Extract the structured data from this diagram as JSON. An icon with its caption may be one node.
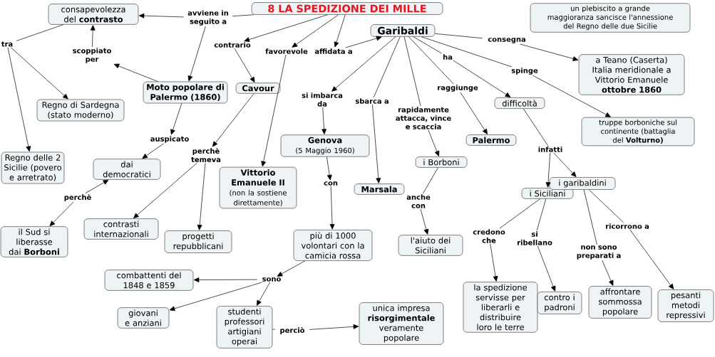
{
  "diagram": {
    "nodes": [
      {
        "text": [
          "8 LA SPEDIZIONE DEI MILLE"
        ]
      },
      {
        "text": [
          "consapevolezza del **contrasto**"
        ]
      },
      {
        "text": [
          "un plebiscito a grande maggioranza sancisce l'annessione del Regno delle due Sicilie"
        ]
      },
      {
        "text": [
          "Garibaldi"
        ]
      },
      {
        "text": [
          "a Teano (Caserta) Italia meridionale a Vittorio Emanuele **ottobre 1860**"
        ]
      },
      {
        "text": [
          "Moto popolare di Palermo (1860)"
        ]
      },
      {
        "text": [
          "Cavour"
        ]
      },
      {
        "text": [
          "Regno di Sardegna (stato moderno)"
        ]
      },
      {
        "text": [
          "difficoltà"
        ]
      },
      {
        "text": [
          "truppe borboniche sul continente (battaglia del **Volturno)**"
        ]
      },
      {
        "text": [
          "Regno delle 2 Sicilie (povero e arretrato)"
        ]
      },
      {
        "text": [
          "dai democratici"
        ]
      },
      {
        "text": [
          "Genova",
          "(5 Maggio 1960)"
        ]
      },
      {
        "text": [
          "Vittorio Emanuele II",
          "(non la sostiene direttamente)"
        ]
      },
      {
        "text": [
          "i Borboni"
        ]
      },
      {
        "text": [
          "Palermo"
        ]
      },
      {
        "text": [
          "Marsala"
        ]
      },
      {
        "text": [
          "i Siciliani"
        ]
      },
      {
        "text": [
          "i garibaldini"
        ]
      },
      {
        "text": [
          "il Sud si liberasse dai **Borboni**"
        ]
      },
      {
        "text": [
          "contrasti internazionali"
        ]
      },
      {
        "text": [
          "progetti repubblicani"
        ]
      },
      {
        "text": [
          "più di 1000 volontari con la camicia rossa"
        ]
      },
      {
        "text": [
          "l'aiuto dei Siciliani"
        ]
      },
      {
        "text": [
          "combattenti del 1848 e 1859"
        ]
      },
      {
        "text": [
          "giovani e anziani"
        ]
      },
      {
        "text": [
          "studenti professori artigiani operai"
        ]
      },
      {
        "text": [
          "unica impresa **risorgimentale** veramente popolare"
        ]
      },
      {
        "text": [
          "la spedizione servisse per liberarli e distribuire loro le terre"
        ]
      },
      {
        "text": [
          "contro i padroni"
        ]
      },
      {
        "text": [
          "affrontare sommossa popolare"
        ]
      },
      {
        "text": [
          "pesanti metodi repressivi"
        ]
      },
      {
        "text": [
          "avviene in seguito a"
        ]
      },
      {
        "text": [
          "contrario"
        ]
      },
      {
        "text": [
          "favorevole"
        ]
      },
      {
        "text": [
          "affidata a"
        ]
      },
      {
        "text": [
          "consegna"
        ]
      },
      {
        "text": [
          "scoppiato per"
        ]
      },
      {
        "text": [
          "tra"
        ]
      },
      {
        "text": [
          "ha"
        ]
      },
      {
        "text": [
          "spinge"
        ]
      },
      {
        "text": [
          "si imbarca da"
        ]
      },
      {
        "text": [
          "sbarca a"
        ]
      },
      {
        "text": [
          "raggiunge"
        ]
      },
      {
        "text": [
          "rapidamente attacca, vince e scaccia"
        ]
      },
      {
        "text": [
          "auspicato"
        ]
      },
      {
        "text": [
          "perchè temeva"
        ]
      },
      {
        "text": [
          "infatti"
        ]
      },
      {
        "text": [
          "perchè"
        ]
      },
      {
        "text": [
          "con"
        ]
      },
      {
        "text": [
          "anche con"
        ]
      },
      {
        "text": [
          "credono che"
        ]
      },
      {
        "text": [
          "si ribellano"
        ]
      },
      {
        "text": [
          "non sono preparati a"
        ]
      },
      {
        "text": [
          "ricorrono a"
        ]
      },
      {
        "text": [
          "sono"
        ]
      },
      {
        "text": [
          "perciò"
        ]
      }
    ],
    "edges": [
      {
        "from": 0,
        "to": 32,
        "arrow": "none"
      },
      {
        "from": 32,
        "to": 1,
        "arrow": "to"
      },
      {
        "from": 32,
        "to": 5,
        "arrow": "to"
      },
      {
        "from": 0,
        "to": 33,
        "arrow": "to"
      },
      {
        "from": 33,
        "to": 6,
        "arrow": "to"
      },
      {
        "from": 0,
        "to": 34,
        "arrow": "to"
      },
      {
        "from": 34,
        "to": 13,
        "arrow": "to"
      },
      {
        "from": 0,
        "to": 35,
        "arrow": "to"
      },
      {
        "from": 35,
        "to": 3,
        "arrow": "to"
      },
      {
        "from": 5,
        "to": 37,
        "arrow": "to"
      },
      {
        "from": 37,
        "to": 1,
        "arrow": "to"
      },
      {
        "from": 1,
        "to": 38,
        "arrow": "none"
      },
      {
        "from": 38,
        "to": 7,
        "arrow": "to"
      },
      {
        "from": 38,
        "to": 10,
        "arrow": "to"
      },
      {
        "from": 3,
        "to": 36,
        "arrow": "none"
      },
      {
        "from": 36,
        "to": 4,
        "arrow": "to"
      },
      {
        "from": 3,
        "to": 40,
        "arrow": "none"
      },
      {
        "from": 40,
        "to": 9,
        "arrow": "to"
      },
      {
        "from": 3,
        "to": 39,
        "arrow": "none"
      },
      {
        "from": 39,
        "to": 8,
        "arrow": "to"
      },
      {
        "from": 3,
        "to": 43,
        "arrow": "none"
      },
      {
        "from": 43,
        "to": 15,
        "arrow": "to"
      },
      {
        "from": 3,
        "to": 44,
        "arrow": "none"
      },
      {
        "from": 44,
        "to": 14,
        "arrow": "to"
      },
      {
        "from": 3,
        "to": 42,
        "arrow": "none"
      },
      {
        "from": 42,
        "to": 16,
        "arrow": "to"
      },
      {
        "from": 3,
        "to": 41,
        "arrow": "to"
      },
      {
        "from": 41,
        "to": 12,
        "arrow": "to"
      },
      {
        "from": 5,
        "to": 45,
        "arrow": "to"
      },
      {
        "from": 45,
        "to": 11,
        "arrow": "to"
      },
      {
        "from": 6,
        "to": 46,
        "arrow": "to"
      },
      {
        "from": 46,
        "to": 20,
        "arrow": "to"
      },
      {
        "from": 46,
        "to": 21,
        "arrow": "to"
      },
      {
        "from": 48,
        "to": 11,
        "arrow": "to"
      },
      {
        "from": 48,
        "to": 19,
        "arrow": "to"
      },
      {
        "from": 8,
        "to": 47,
        "arrow": "none"
      },
      {
        "from": 47,
        "to": 17,
        "arrow": "to"
      },
      {
        "from": 47,
        "to": 18,
        "arrow": "to"
      },
      {
        "from": 12,
        "to": 49,
        "arrow": "to"
      },
      {
        "from": 49,
        "to": 22,
        "arrow": "to"
      },
      {
        "from": 14,
        "to": 50,
        "arrow": "none"
      },
      {
        "from": 50,
        "to": 23,
        "arrow": "to"
      },
      {
        "from": 22,
        "to": 55,
        "arrow": "to"
      },
      {
        "from": 55,
        "to": 24,
        "arrow": "to"
      },
      {
        "from": 55,
        "to": 25,
        "arrow": "to"
      },
      {
        "from": 55,
        "to": 26,
        "arrow": "to"
      },
      {
        "from": 26,
        "to": 56,
        "arrow": "none"
      },
      {
        "from": 56,
        "to": 27,
        "arrow": "to"
      },
      {
        "from": 17,
        "to": 51,
        "arrow": "none"
      },
      {
        "from": 51,
        "to": 28,
        "arrow": "to"
      },
      {
        "from": 17,
        "to": 52,
        "arrow": "none"
      },
      {
        "from": 52,
        "to": 29,
        "arrow": "to"
      },
      {
        "from": 18,
        "to": 53,
        "arrow": "none"
      },
      {
        "from": 53,
        "to": 30,
        "arrow": "to"
      },
      {
        "from": 18,
        "to": 54,
        "arrow": "none"
      },
      {
        "from": 54,
        "to": 31,
        "arrow": "to"
      }
    ]
  }
}
